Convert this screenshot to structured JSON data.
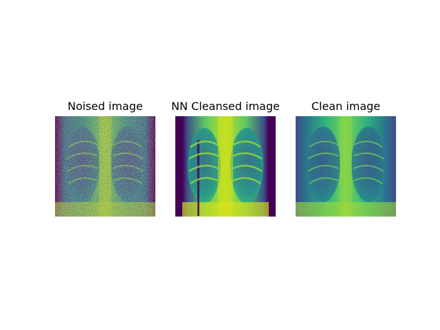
{
  "figure": {
    "panels": [
      {
        "title": "Noised image"
      },
      {
        "title": "NN Cleansed image"
      },
      {
        "title": "Clean image"
      }
    ],
    "colormap": [
      "#440154",
      "#3b528b",
      "#21918c",
      "#5ec962",
      "#fde725"
    ]
  }
}
